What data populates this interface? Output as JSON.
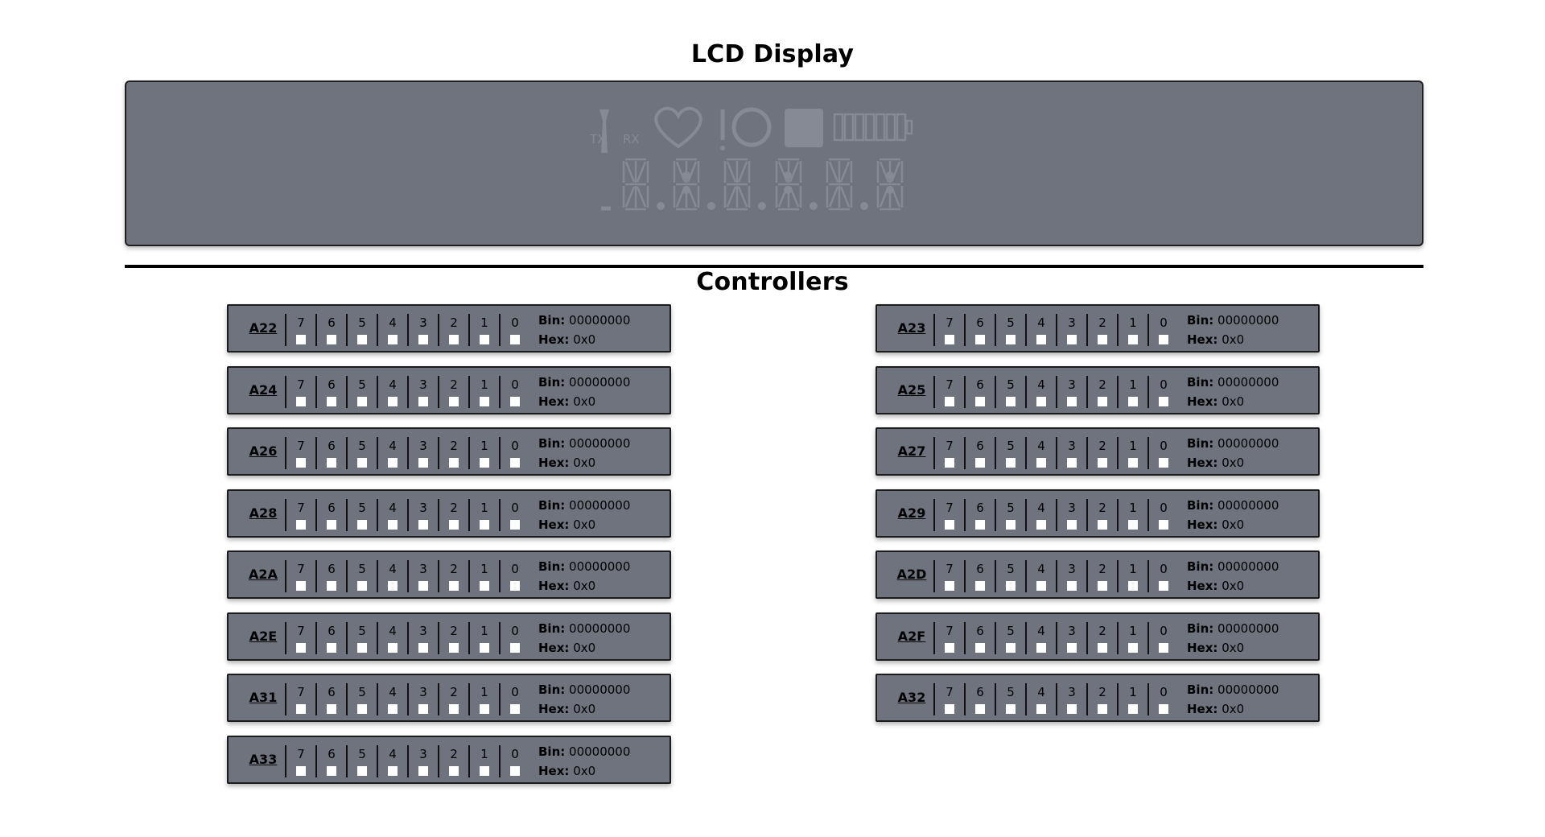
{
  "lcd": {
    "title": "LCD Display",
    "tx_label": "TX",
    "rx_label": "RX"
  },
  "controllers_title": "Controllers",
  "bit_labels": [
    "7",
    "6",
    "5",
    "4",
    "3",
    "2",
    "1",
    "0"
  ],
  "bin_label": "Bin:",
  "hex_label": "Hex:",
  "controllers": [
    {
      "address": "A22",
      "bin": "00000000",
      "hex": "0x0",
      "bits": [
        false,
        false,
        false,
        false,
        false,
        false,
        false,
        false
      ]
    },
    {
      "address": "A23",
      "bin": "00000000",
      "hex": "0x0",
      "bits": [
        false,
        false,
        false,
        false,
        false,
        false,
        false,
        false
      ]
    },
    {
      "address": "A24",
      "bin": "00000000",
      "hex": "0x0",
      "bits": [
        false,
        false,
        false,
        false,
        false,
        false,
        false,
        false
      ]
    },
    {
      "address": "A25",
      "bin": "00000000",
      "hex": "0x0",
      "bits": [
        false,
        false,
        false,
        false,
        false,
        false,
        false,
        false
      ]
    },
    {
      "address": "A26",
      "bin": "00000000",
      "hex": "0x0",
      "bits": [
        false,
        false,
        false,
        false,
        false,
        false,
        false,
        false
      ]
    },
    {
      "address": "A27",
      "bin": "00000000",
      "hex": "0x0",
      "bits": [
        false,
        false,
        false,
        false,
        false,
        false,
        false,
        false
      ]
    },
    {
      "address": "A28",
      "bin": "00000000",
      "hex": "0x0",
      "bits": [
        false,
        false,
        false,
        false,
        false,
        false,
        false,
        false
      ]
    },
    {
      "address": "A29",
      "bin": "00000000",
      "hex": "0x0",
      "bits": [
        false,
        false,
        false,
        false,
        false,
        false,
        false,
        false
      ]
    },
    {
      "address": "A2A",
      "bin": "00000000",
      "hex": "0x0",
      "bits": [
        false,
        false,
        false,
        false,
        false,
        false,
        false,
        false
      ]
    },
    {
      "address": "A2D",
      "bin": "00000000",
      "hex": "0x0",
      "bits": [
        false,
        false,
        false,
        false,
        false,
        false,
        false,
        false
      ]
    },
    {
      "address": "A2E",
      "bin": "00000000",
      "hex": "0x0",
      "bits": [
        false,
        false,
        false,
        false,
        false,
        false,
        false,
        false
      ]
    },
    {
      "address": "A2F",
      "bin": "00000000",
      "hex": "0x0",
      "bits": [
        false,
        false,
        false,
        false,
        false,
        false,
        false,
        false
      ]
    },
    {
      "address": "A31",
      "bin": "00000000",
      "hex": "0x0",
      "bits": [
        false,
        false,
        false,
        false,
        false,
        false,
        false,
        false
      ]
    },
    {
      "address": "A32",
      "bin": "00000000",
      "hex": "0x0",
      "bits": [
        false,
        false,
        false,
        false,
        false,
        false,
        false,
        false
      ]
    },
    {
      "address": "A33",
      "bin": "00000000",
      "hex": "0x0",
      "bits": [
        false,
        false,
        false,
        false,
        false,
        false,
        false,
        false
      ]
    }
  ],
  "colors": {
    "panel_bg": "#6e737e",
    "segment_off": "#858a94",
    "checkbox": "#ffffff"
  }
}
